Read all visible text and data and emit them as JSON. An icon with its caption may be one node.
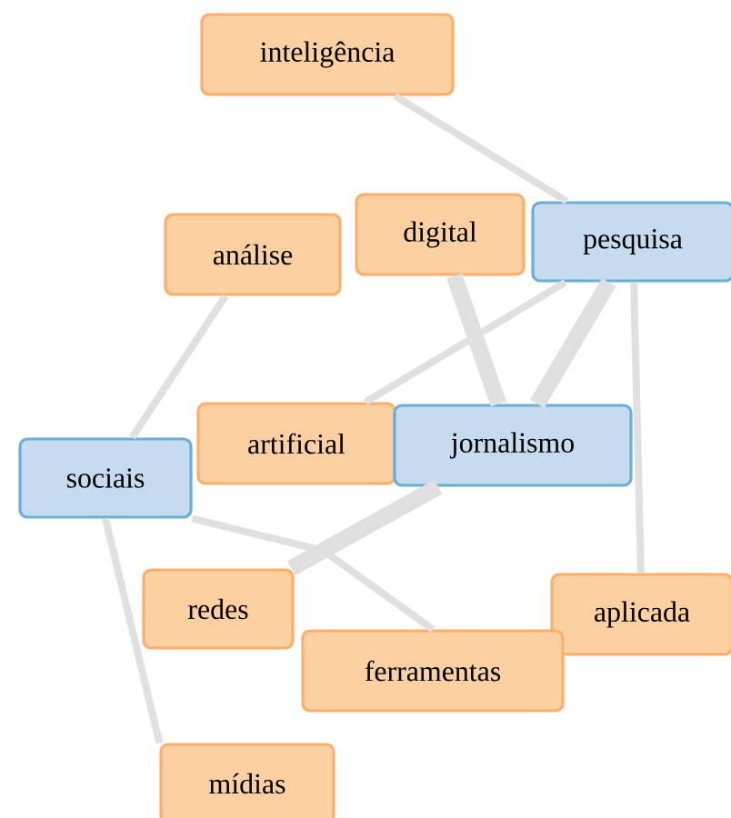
{
  "diagram": {
    "nodes": [
      {
        "text": [
          "inteligência"
        ]
      },
      {
        "text": [
          "análise"
        ]
      },
      {
        "text": [
          "digital"
        ]
      },
      {
        "text": [
          "pesquisa"
        ]
      },
      {
        "text": [
          "artificial"
        ]
      },
      {
        "text": [
          "jornalismo"
        ]
      },
      {
        "text": [
          "sociais"
        ]
      },
      {
        "text": [
          "redes"
        ]
      },
      {
        "text": [
          "aplicada"
        ]
      },
      {
        "text": [
          "ferramentas"
        ]
      },
      {
        "text": [
          "mídias"
        ]
      }
    ],
    "edges": [
      {
        "from": 0,
        "to": 3,
        "arrow": "none"
      },
      {
        "from": 1,
        "to": 6,
        "arrow": "none"
      },
      {
        "from": 2,
        "to": 5,
        "arrow": "none",
        "style": "thick"
      },
      {
        "from": 3,
        "to": 5,
        "arrow": "none",
        "style": "thick"
      },
      {
        "from": 3,
        "to": 4,
        "arrow": "none"
      },
      {
        "from": 3,
        "to": 8,
        "arrow": "none"
      },
      {
        "from": 5,
        "to": 7,
        "arrow": "none",
        "style": "thick"
      },
      {
        "from": 6,
        "to": 9,
        "arrow": "none"
      },
      {
        "from": 6,
        "to": 10,
        "arrow": "none"
      }
    ]
  }
}
